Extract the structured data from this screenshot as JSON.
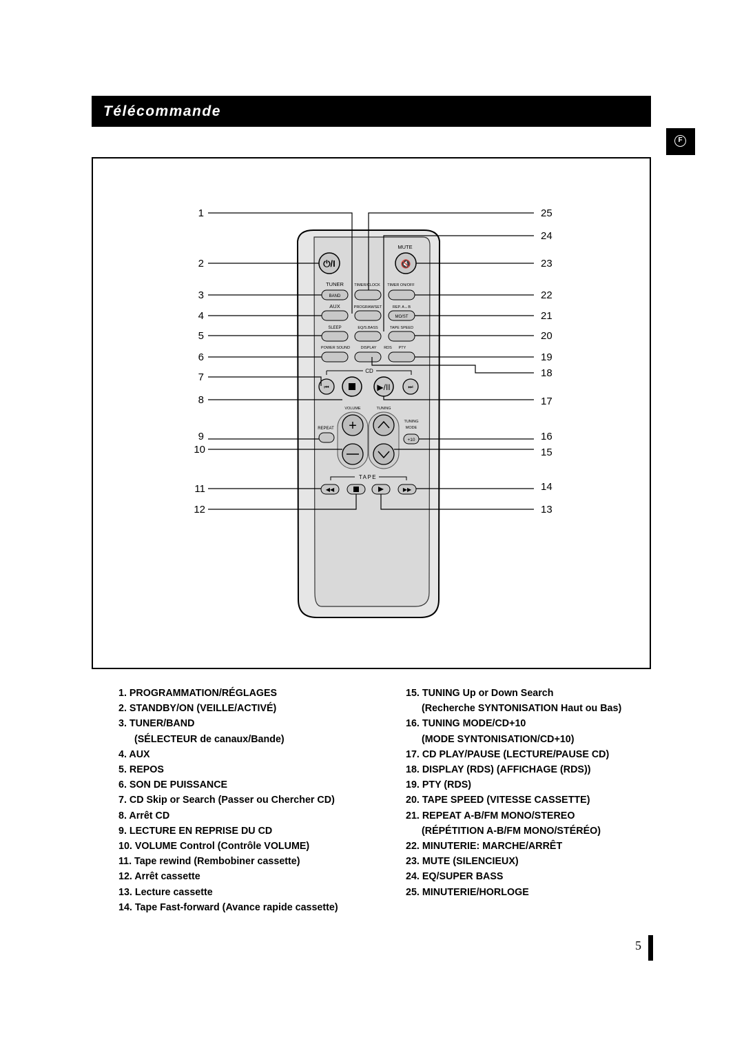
{
  "page": {
    "title": "Télécommande",
    "lang_tab": "F",
    "page_number": "5"
  },
  "remote": {
    "labels": {
      "mute": "MUTE",
      "tuner": "TUNER",
      "band": "BAND",
      "timer_clock": "TIMER/CLOCK",
      "timer_onoff": "TIMER ON/OFF",
      "aux": "AUX",
      "program_set": "PROGRAM/SET",
      "rep_ab": "REP. A↔B",
      "mo_st": "MO/ST",
      "sleep": "SLEEP",
      "eq_s_bass": "EQ/S.BASS",
      "tape_speed": "TAPE SPEED",
      "power_sound": "POWER SOUND",
      "display": "DISPLAY",
      "rds": "RDS",
      "pty": "PTY",
      "cd": "CD",
      "volume": "VOLUME",
      "tuning": "TUNING",
      "repeat": "REPEAT",
      "tuning_mode_1": "TUNING",
      "tuning_mode_2": "MODE",
      "plus10": "+10",
      "tape": "TAPE"
    },
    "callouts_left": [
      "1",
      "2",
      "3",
      "4",
      "5",
      "6",
      "7",
      "8",
      "9",
      "10",
      "11",
      "12"
    ],
    "callouts_right": [
      "25",
      "24",
      "23",
      "22",
      "21",
      "20",
      "19",
      "18",
      "17",
      "16",
      "15",
      "14",
      "13"
    ]
  },
  "legend_left": [
    {
      "text": "1.  PROGRAMMATION/RÉGLAGES"
    },
    {
      "text": "2.  STANDBY/ON (VEILLE/ACTIVÉ)"
    },
    {
      "text": "3.  TUNER/BAND"
    },
    {
      "text": "(SÉLECTEUR de canaux/Bande)",
      "sub": true
    },
    {
      "text": "4.  AUX"
    },
    {
      "text": "5.  REPOS"
    },
    {
      "text": "6.  SON DE PUISSANCE"
    },
    {
      "text": "7.  CD Skip or Search (Passer ou Chercher CD)"
    },
    {
      "text": "8.  Arrêt CD"
    },
    {
      "text": "9.  LECTURE EN REPRISE DU CD"
    },
    {
      "text": "10. VOLUME Control (Contrôle VOLUME)"
    },
    {
      "text": "11.  Tape rewind (Rembobiner cassette)"
    },
    {
      "text": "12. Arrêt cassette"
    },
    {
      "text": "13. Lecture cassette"
    },
    {
      "text": "14. Tape Fast-forward (Avance rapide cassette)"
    }
  ],
  "legend_right": [
    {
      "text": "15. TUNING Up or Down Search"
    },
    {
      "text": "(Recherche SYNTONISATION Haut ou Bas)",
      "sub": true
    },
    {
      "text": "16. TUNING MODE/CD+10"
    },
    {
      "text": "(MODE SYNTONISATION/CD+10)",
      "sub": true
    },
    {
      "text": "17. CD PLAY/PAUSE (LECTURE/PAUSE CD)"
    },
    {
      "text": "18. DISPLAY (RDS) (AFFICHAGE (RDS))"
    },
    {
      "text": "19. PTY (RDS)"
    },
    {
      "text": "20. TAPE SPEED (VITESSE CASSETTE)"
    },
    {
      "text": "21. REPEAT A-B/FM MONO/STEREO"
    },
    {
      "text": "(RÉPÉTITION A-B/FM MONO/STÉRÉO)",
      "sub": true
    },
    {
      "text": "22. MINUTERIE: MARCHE/ARRÊT"
    },
    {
      "text": "23. MUTE (SILENCIEUX)"
    },
    {
      "text": "24. EQ/SUPER BASS"
    },
    {
      "text": "25. MINUTERIE/HORLOGE"
    }
  ]
}
